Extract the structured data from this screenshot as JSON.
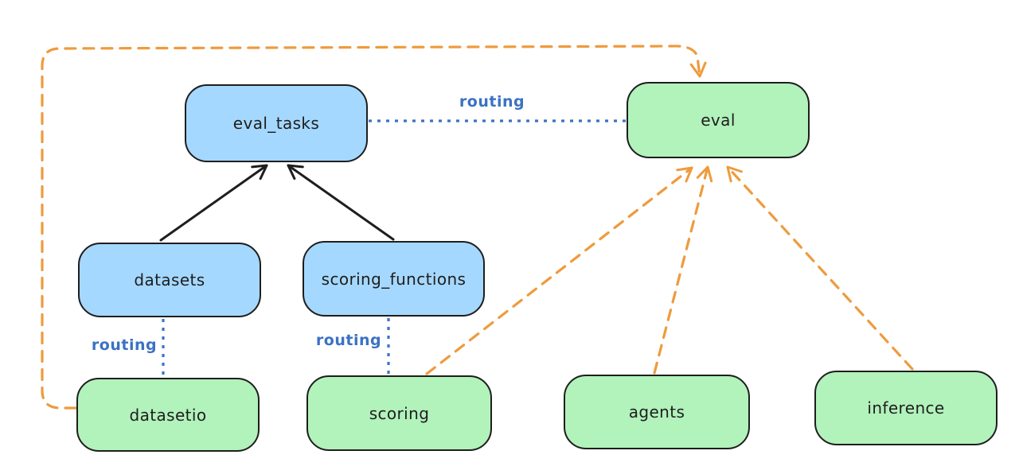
{
  "diagram": {
    "nodes": [
      {
        "id": "eval_tasks",
        "label": "eval_tasks",
        "fill": "blue"
      },
      {
        "id": "eval",
        "label": "eval",
        "fill": "green"
      },
      {
        "id": "datasets",
        "label": "datasets",
        "fill": "blue"
      },
      {
        "id": "scoring_functions",
        "label": "scoring_functions",
        "fill": "blue"
      },
      {
        "id": "datasetio",
        "label": "datasetio",
        "fill": "green"
      },
      {
        "id": "scoring",
        "label": "scoring",
        "fill": "green"
      },
      {
        "id": "agents",
        "label": "agents",
        "fill": "green"
      },
      {
        "id": "inference",
        "label": "inference",
        "fill": "green"
      }
    ],
    "edges": [
      {
        "from": "datasets",
        "to": "eval_tasks",
        "style": "solid",
        "color": "black",
        "arrow": true
      },
      {
        "from": "scoring_functions",
        "to": "eval_tasks",
        "style": "solid",
        "color": "black",
        "arrow": true
      },
      {
        "from": "eval_tasks",
        "to": "eval",
        "style": "dotted",
        "color": "blue",
        "arrow": false,
        "label": "routing"
      },
      {
        "from": "datasets",
        "to": "datasetio",
        "style": "dotted",
        "color": "blue",
        "arrow": false,
        "label": "routing"
      },
      {
        "from": "scoring_functions",
        "to": "scoring",
        "style": "dotted",
        "color": "blue",
        "arrow": false,
        "label": "routing"
      },
      {
        "from": "datasetio",
        "to": "eval",
        "style": "dashed",
        "color": "orange",
        "arrow": true
      },
      {
        "from": "scoring",
        "to": "eval",
        "style": "dashed",
        "color": "orange",
        "arrow": true
      },
      {
        "from": "agents",
        "to": "eval",
        "style": "dashed",
        "color": "orange",
        "arrow": true
      },
      {
        "from": "inference",
        "to": "eval",
        "style": "dashed",
        "color": "orange",
        "arrow": true
      }
    ],
    "colors": {
      "blue_fill": "#a5d8ff",
      "green_fill": "#b2f2bb",
      "stroke": "#1e1e1e",
      "orange": "#ee9b3d",
      "blue_line": "#3b72c4",
      "background": "#ffffff"
    }
  }
}
